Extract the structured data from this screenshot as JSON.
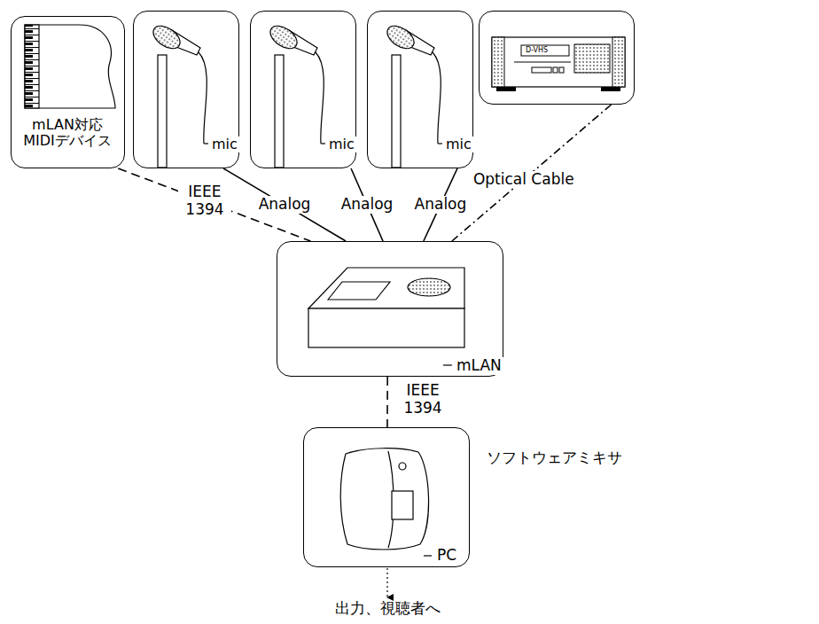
{
  "diagram": {
    "nodes": [
      {
        "text": [
          "mLAN対応 MIDIデバイス"
        ]
      },
      {
        "text": [
          "mic"
        ]
      },
      {
        "text": [
          "mic"
        ]
      },
      {
        "text": [
          "mic"
        ]
      },
      {
        "text": [
          "D-VHS"
        ]
      },
      {
        "text": [
          "mLAN"
        ]
      },
      {
        "text": [
          "ソフトウェアミキサ",
          "PC"
        ]
      }
    ],
    "edges": [
      {
        "from": 0,
        "to": 5,
        "label": "IEEE 1394",
        "arrow": "none"
      },
      {
        "from": 1,
        "to": 5,
        "label": "Analog",
        "arrow": "none"
      },
      {
        "from": 2,
        "to": 5,
        "label": "Analog",
        "arrow": "none"
      },
      {
        "from": 3,
        "to": 5,
        "label": "Analog",
        "arrow": "none"
      },
      {
        "from": 4,
        "to": 5,
        "label": "Optical Cable",
        "arrow": "none"
      },
      {
        "from": 5,
        "to": 6,
        "label": "IEEE 1394",
        "arrow": "none"
      }
    ],
    "labels": [
      "出力、視聴者へ"
    ]
  }
}
